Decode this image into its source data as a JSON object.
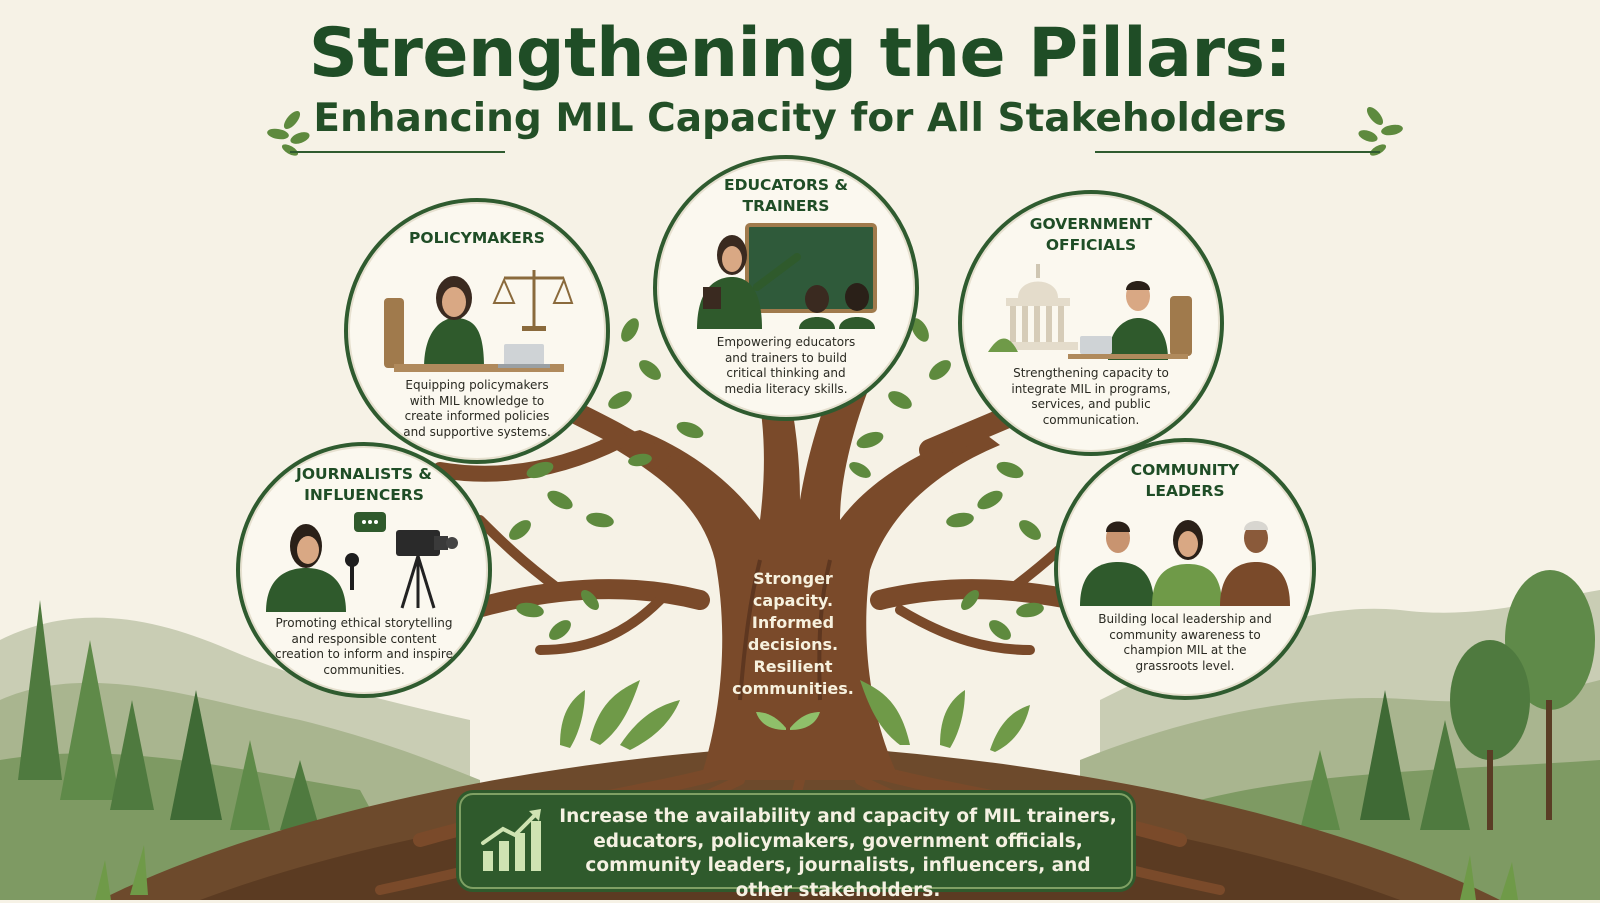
{
  "header": {
    "title": "Strengthening the Pillars:",
    "subtitle": "Enhancing MIL Capacity for All Stakeholders"
  },
  "stakeholders": [
    {
      "id": "policymakers",
      "title": "POLICYMAKERS",
      "description": "Equipping policymakers with MIL knowledge to create informed policies and supportive systems."
    },
    {
      "id": "educators",
      "title": "EDUCATORS & TRAINERS",
      "description": "Empowering educators and trainers to build critical thinking and media literacy skills."
    },
    {
      "id": "government",
      "title": "GOVERNMENT OFFICIALS",
      "description": "Strengthening capacity to integrate MIL in programs, services, and public communication."
    },
    {
      "id": "journalists",
      "title": "JOURNALISTS & INFLUENCERS",
      "description": "Promoting ethical storytelling and responsible content creation to inform and inspire communities."
    },
    {
      "id": "community",
      "title": "COMMUNITY LEADERS",
      "description": "Building local leadership and community awareness to champion MIL at the grassroots level."
    }
  ],
  "trunk_message": "Stronger capacity. Informed decisions. Resilient communities.",
  "banner": {
    "icon": "growth-chart-icon",
    "text": "Increase the availability and capacity of MIL trainers, educators, policymakers, government officials, community leaders, journalists, influencers, and other stakeholders."
  },
  "colors": {
    "primary_green": "#1f4d26",
    "trunk_brown": "#7a4a2a",
    "leaf_green": "#5e8a3e",
    "background": "#f6f2e6",
    "banner_green": "#2f5a2c"
  }
}
